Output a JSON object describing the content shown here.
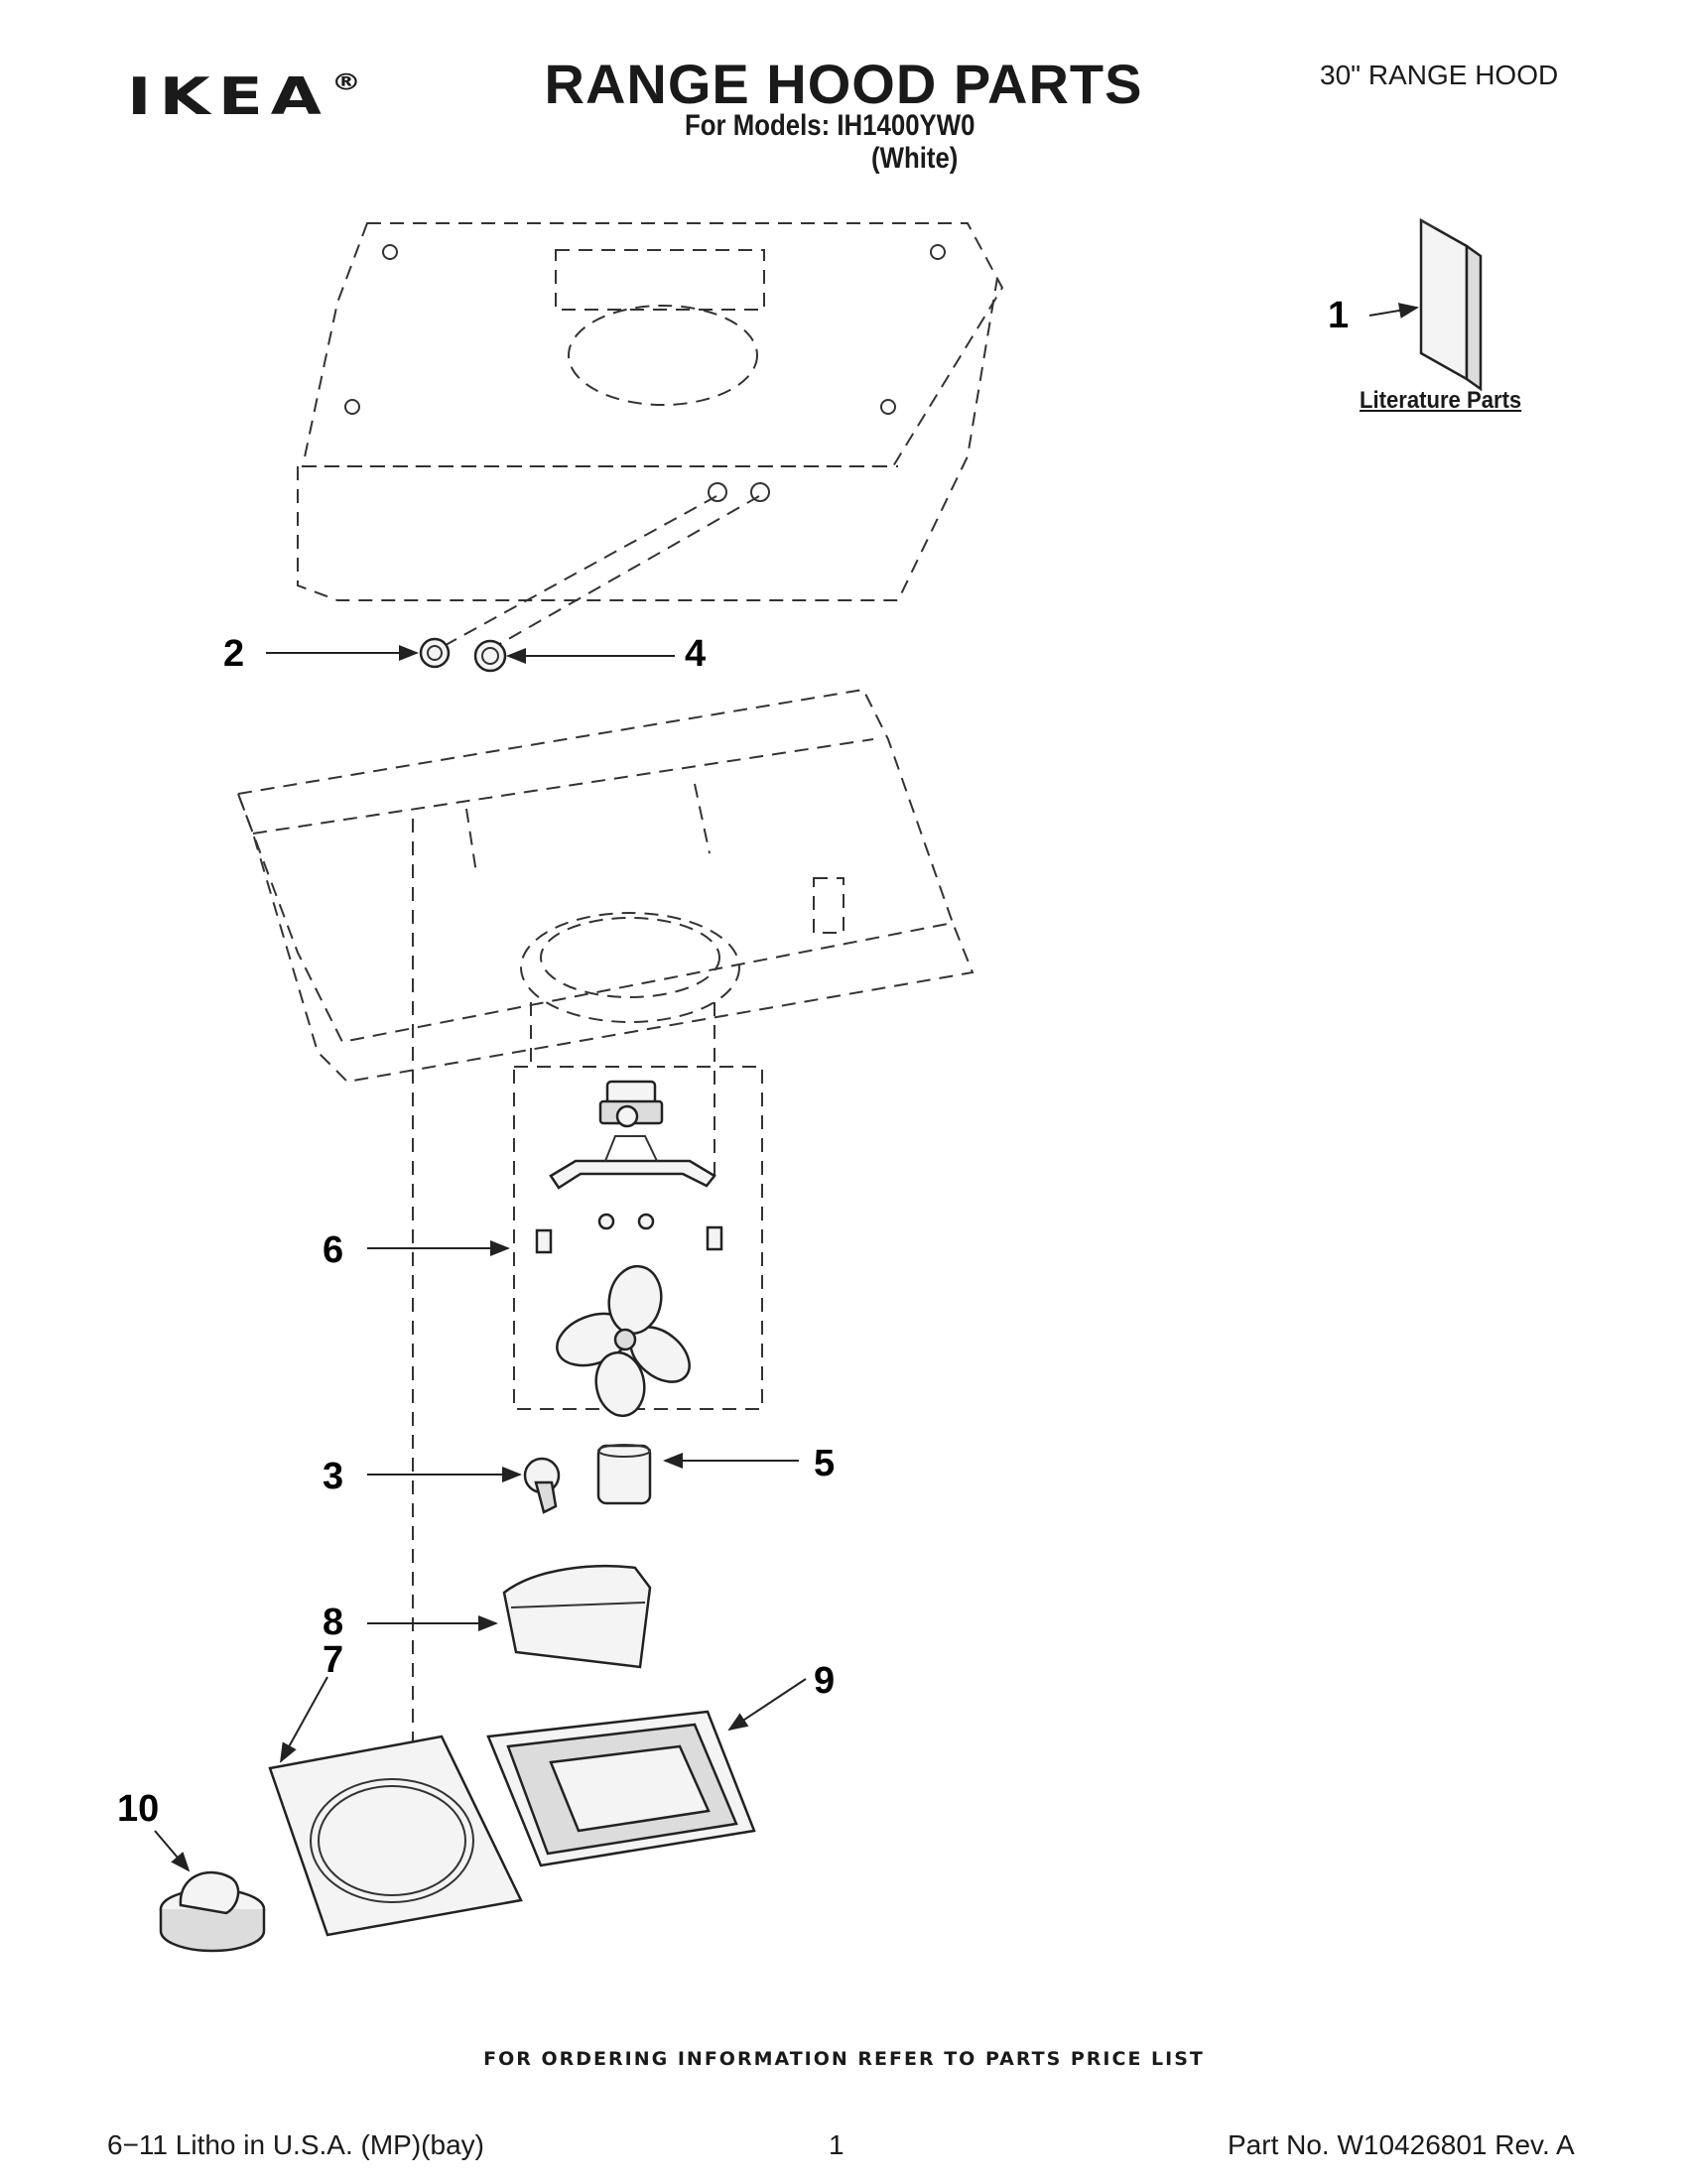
{
  "header": {
    "logo_text": "IKEA",
    "logo_reg": "®",
    "title": "RANGE HOOD PARTS",
    "models_line": "For Models: IH1400YW0",
    "color_line": "(White)",
    "hood_size": "30\" RANGE HOOD"
  },
  "literature": {
    "label": "Literature Parts"
  },
  "callouts": [
    "1",
    "2",
    "3",
    "4",
    "5",
    "6",
    "7",
    "8",
    "9",
    "10"
  ],
  "footer": {
    "note": "FOR ORDERING INFORMATION REFER TO PARTS PRICE LIST",
    "litho": "6−11 Litho in U.S.A. (MP)(bay)",
    "page": "1",
    "part_no": "Part No. W10426801 Rev. A"
  }
}
